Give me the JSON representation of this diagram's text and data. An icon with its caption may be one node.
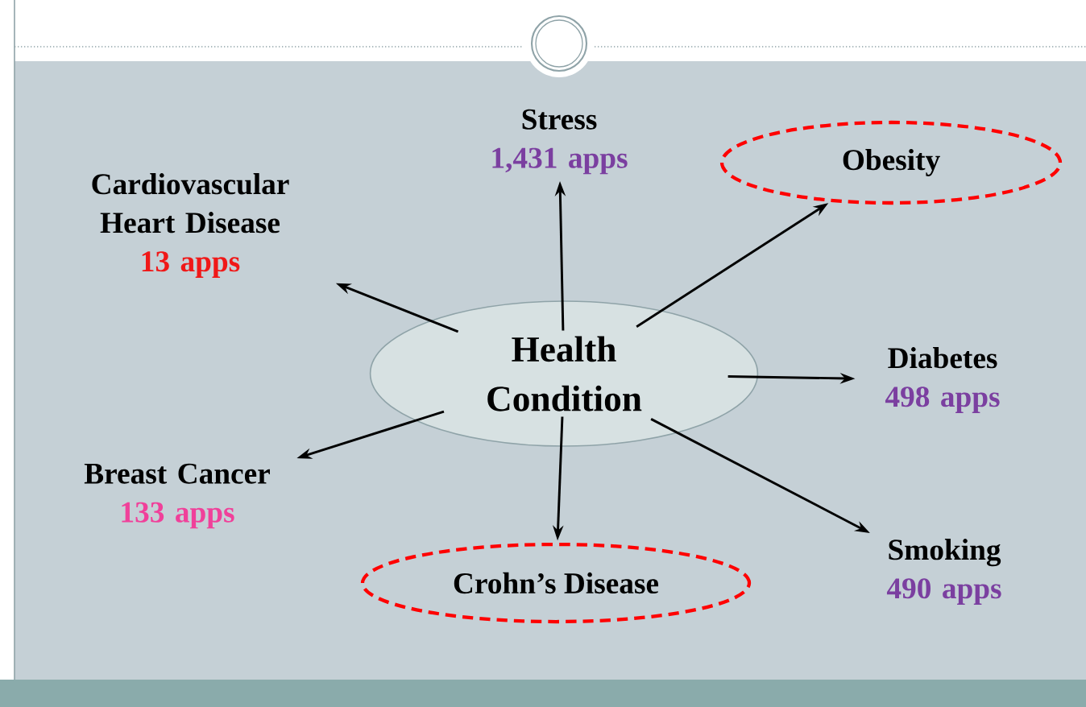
{
  "diagram": {
    "nodes": [
      {
        "text": [
          "Stress",
          "1,431 apps"
        ]
      },
      {
        "text": [
          "Obesity"
        ]
      },
      {
        "text": [
          "Cardiovascular Heart Disease",
          "13 apps"
        ]
      },
      {
        "text": [
          "Health Condition"
        ]
      },
      {
        "text": [
          "Diabetes",
          "498 apps"
        ]
      },
      {
        "text": [
          "Breast Cancer",
          "133 apps"
        ]
      },
      {
        "text": [
          "Crohn’s Disease"
        ]
      },
      {
        "text": [
          "Smoking",
          "490 apps"
        ]
      }
    ],
    "edges": [
      {
        "from": 3,
        "to": 0,
        "arrow": "to"
      },
      {
        "from": 3,
        "to": 1,
        "arrow": "to"
      },
      {
        "from": 3,
        "to": 2,
        "arrow": "to"
      },
      {
        "from": 3,
        "to": 4,
        "arrow": "to"
      },
      {
        "from": 3,
        "to": 5,
        "arrow": "to"
      },
      {
        "from": 3,
        "to": 6,
        "arrow": "to"
      },
      {
        "from": 3,
        "to": 7,
        "arrow": "to"
      }
    ]
  }
}
